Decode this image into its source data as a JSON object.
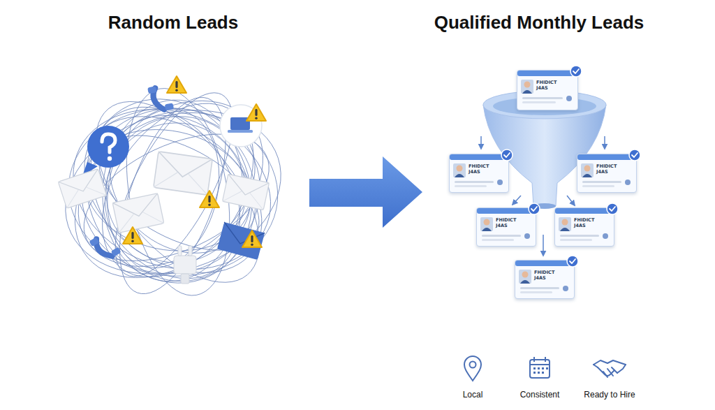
{
  "diagram": {
    "nodes": [
      {
        "text": [
          "FHIDICT J4AS"
        ]
      },
      {
        "text": [
          "FHIDICT J4AS"
        ]
      },
      {
        "text": [
          "FHIDICT J4AS"
        ]
      },
      {
        "text": [
          "FHIDICT J4AS"
        ]
      },
      {
        "text": [
          "FHIDICT J4AS"
        ]
      },
      {
        "text": [
          "FHIDICT J4AS"
        ]
      }
    ],
    "labels": [
      "Random Leads",
      "Qualified Monthly Leads",
      "Local",
      "Consistent",
      "Ready to Hire"
    ]
  }
}
